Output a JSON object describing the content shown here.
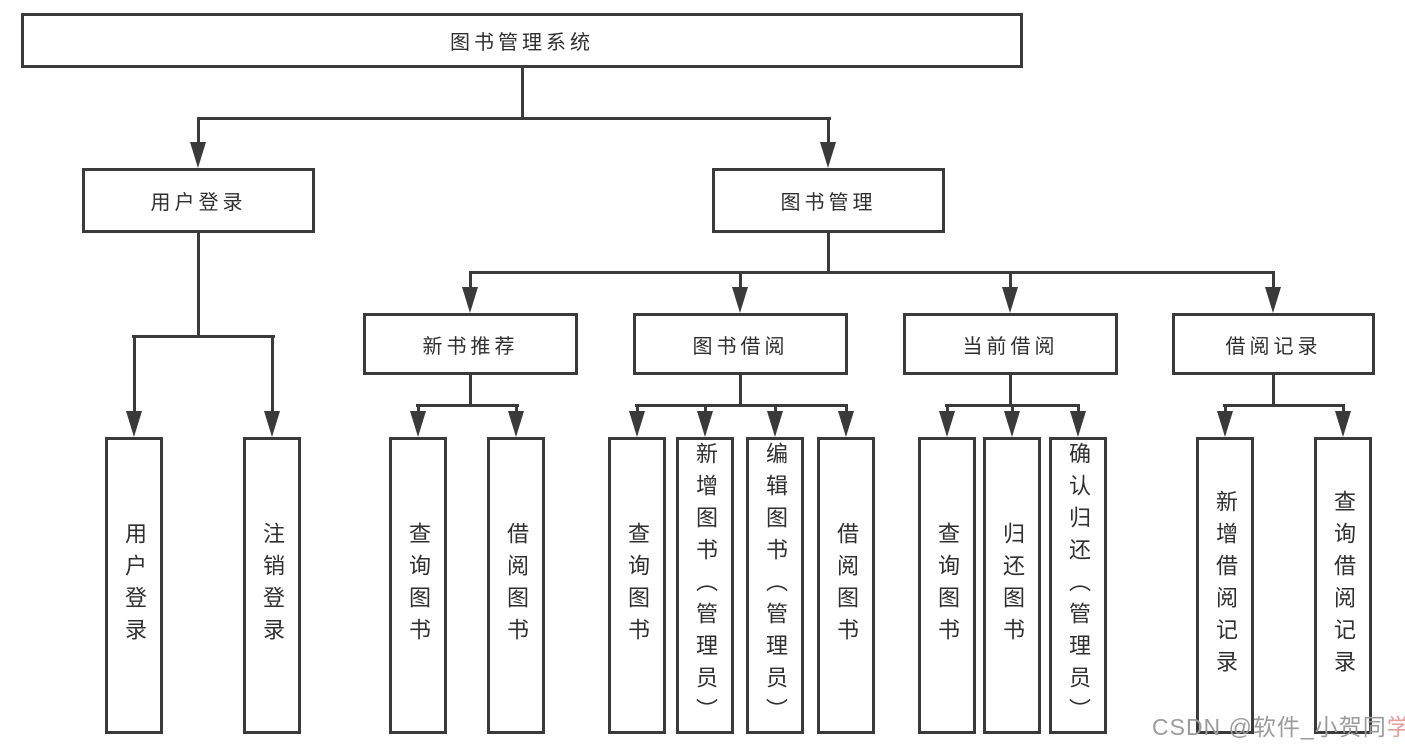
{
  "tree": {
    "root": "图书管理系统",
    "children": [
      {
        "label": "用户登录",
        "children": [
          "用户登录",
          "注销登录"
        ]
      },
      {
        "label": "图书管理",
        "children": [
          {
            "label": "新书推荐",
            "children": [
              "查询图书",
              "借阅图书"
            ]
          },
          {
            "label": "图书借阅",
            "children": [
              "查询图书",
              "新增图书（管理员）",
              "编辑图书（管理员）",
              "借阅图书"
            ]
          },
          {
            "label": "当前借阅",
            "children": [
              "查询图书",
              "归还图书",
              "确认归还（管理员）"
            ]
          },
          {
            "label": "借阅记录",
            "children": [
              "新增借阅记录",
              "查询借阅记录"
            ]
          }
        ]
      }
    ]
  },
  "watermark": {
    "prefix": "CSDN @软件_小贺同",
    "suffix": "学"
  },
  "colors": {
    "line": "#3a3a3a",
    "text": "#2f2f2f",
    "background": "#ffffff",
    "watermark_gray": "#9b9b9b",
    "watermark_pink": "#e89c9c"
  }
}
